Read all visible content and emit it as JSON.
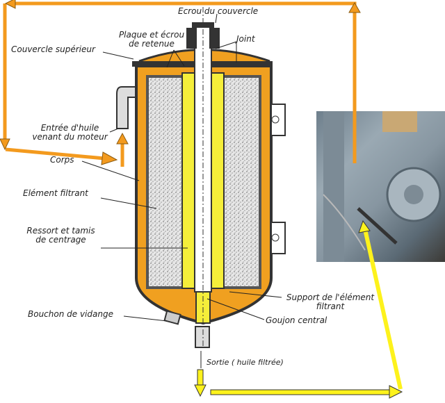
{
  "labels": {
    "ecrou_couvercle": "Ecrou du couvercle",
    "plaque_ecrou_1": "Plaque et écrou",
    "plaque_ecrou_2": "de retenue",
    "joint": "Joint",
    "couvercle_superieur": "Couvercle supérieur",
    "entree_1": "Entrée d'huile",
    "entree_2": "venant du moteur",
    "corps": "Corps",
    "element_filtrant": "Elément filtrant",
    "ressort_1": "Ressort et tamis",
    "ressort_2": "de centrage",
    "bouchon": "Bouchon de vidange",
    "support_1": "Support de l'élément",
    "support_2": "filtrant",
    "goujon": "Goujon central",
    "sortie": "Sortie ( huile filtrée)"
  },
  "colors": {
    "oil_in": "#f39a1e",
    "oil_out": "#fdf21c",
    "body_fill": "#f0a020",
    "tube": "#f5ee3a"
  }
}
